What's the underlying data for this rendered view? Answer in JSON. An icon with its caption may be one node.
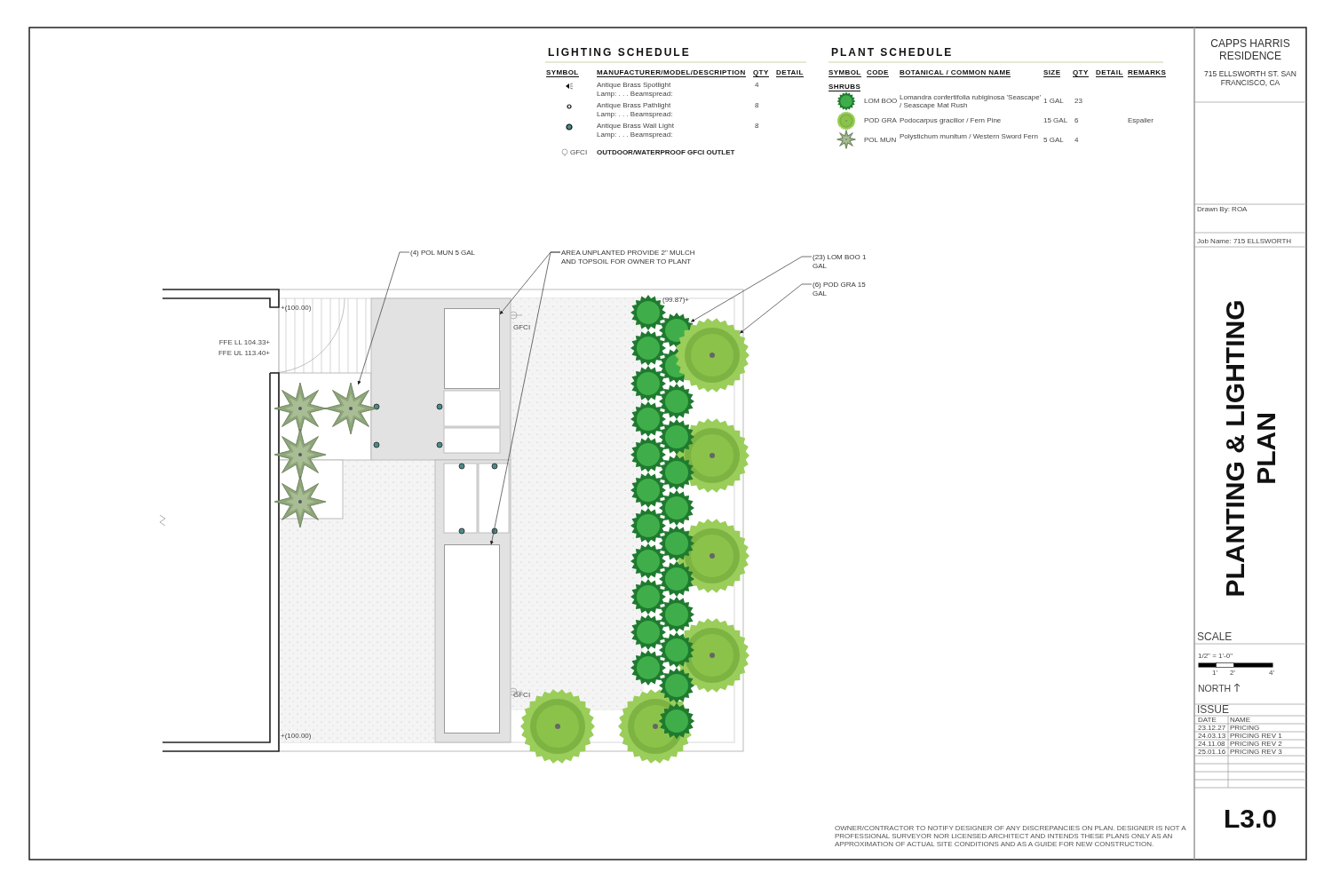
{
  "diagram": {
    "nodes": [
      {
        "text": [
          "(4) POL MUN 5 GAL"
        ]
      },
      {
        "text": [
          "AREA UNPLANTED PROVIDE 2\" MULCH AND TOPSOIL FOR OWNER TO PLANT"
        ]
      },
      {
        "text": [
          "(23) LOM BOO 1 GAL"
        ]
      },
      {
        "text": [
          "(6) POD GRA 15 GAL"
        ]
      },
      {
        "text": [],
        "shape": "picture"
      },
      {
        "text": [],
        "shape": "box"
      },
      {
        "text": [],
        "shape": "box"
      },
      {
        "text": [],
        "shape": "picture"
      },
      {
        "text": [],
        "shape": "picture"
      }
    ],
    "edges": [
      {
        "from": 0,
        "to": 4,
        "arrow": "to"
      },
      {
        "from": 1,
        "to": 5,
        "arrow": "to"
      },
      {
        "from": 1,
        "to": 6,
        "arrow": "to"
      },
      {
        "from": 2,
        "to": 7,
        "arrow": "to"
      },
      {
        "from": 3,
        "to": 8,
        "arrow": "to"
      }
    ],
    "labels": [
      "LIGHTING SCHEDULE",
      "SYMBOL",
      "MANUFACTURER/MODEL/DESCRIPTION",
      "QTY",
      "DETAIL",
      "Antique Brass Spotlight",
      "Lamp: . . . Beamspread:",
      "4",
      "Antique Brass Pathlight",
      "Lamp: . . . Beamspread:",
      "8",
      "Antique Brass Wall Light",
      "Lamp: . . . Beamspread:",
      "8",
      "GFCI",
      "OUTDOOR/WATERPROOF GFCI OUTLET",
      "PLANT SCHEDULE",
      "SYMBOL",
      "CODE",
      "BOTANICAL / COMMON NAME",
      "SIZE",
      "QTY",
      "DETAIL",
      "REMARKS",
      "SHRUBS",
      "LOM BOO",
      "Lomandra confertifolia rubiginosa 'Seascape' / Seascape Mat Rush",
      "1 GAL",
      "23",
      "POD GRA",
      "Podocarpus gracilior / Fern Pine",
      "15 GAL",
      "6",
      "Espalier",
      "POL MUN",
      "Polystichum munitum / Western Sword Fern",
      "5 GAL",
      "4",
      "CAPPS HARRIS RESIDENCE",
      "715 ELLSWORTH ST. SAN FRANCISCO, CA",
      "Drawn By: ROA",
      "Job Name: 715 ELLSWORTH",
      "PLANTING & LIGHTING PLAN",
      "SCALE",
      "1/2\" = 1'-0\"",
      "1'",
      "2'",
      "4'",
      "NORTH",
      "ISSUE",
      "DATE",
      "NAME",
      "23.12.27",
      "PRICING",
      "24.03.13",
      "PRICING REV 1",
      "24.11.08",
      "PRICING REV 2",
      "25.01.16",
      "PRICING REV 3",
      "L3.0",
      "+(100.00)",
      "FFE LL 104.33+",
      "FFE UL 113.40+",
      "(99.87)+",
      "GFCI",
      "GFCI",
      "+(100.00)",
      "OWNER/CONTRACTOR TO NOTIFY DESIGNER OF ANY DISCREPANCIES ON PLAN. DESIGNER IS NOT A PROFESSIONAL SURVEYOR NOR LICENSED ARCHITECT AND INTENDS THESE PLANS ONLY AS AN APPROXIMATION OF ACTUAL SITE CONDITIONS AND AS A GUIDE FOR NEW CONSTRUCTION."
    ]
  }
}
